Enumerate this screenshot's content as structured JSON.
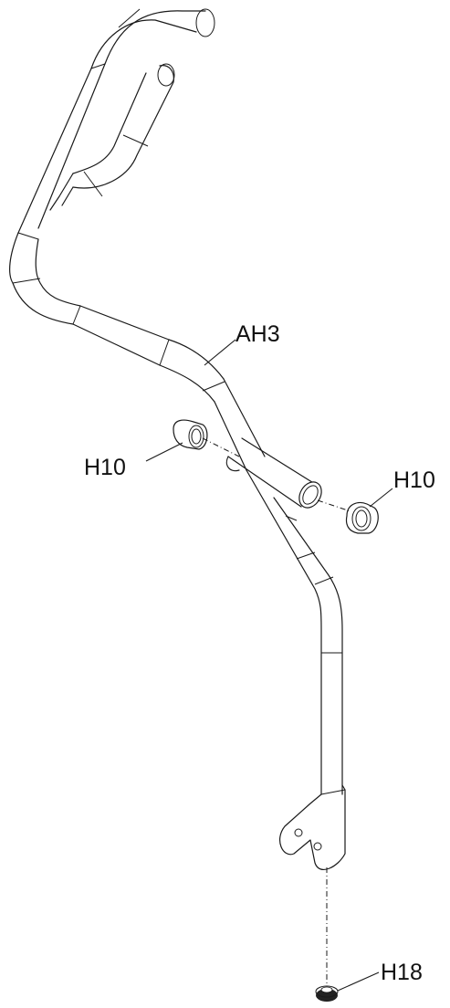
{
  "diagram": {
    "labels": {
      "handlebar": "AH3",
      "bushing_left": "H10",
      "bushing_right": "H10",
      "foot_cap": "H18"
    }
  }
}
